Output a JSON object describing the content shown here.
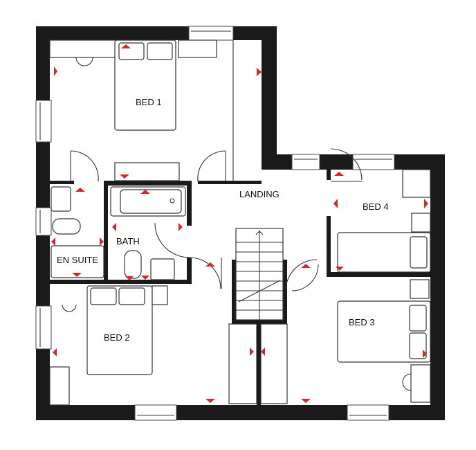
{
  "plan": {
    "rooms": {
      "bed1": "BED 1",
      "bed2": "BED 2",
      "bed3": "BED 3",
      "bed4": "BED 4",
      "bath": "BATH",
      "ensuite": "EN SUITE",
      "landing": "LANDING"
    },
    "colors": {
      "wall": "#1a1a1a",
      "marker": "#d7262e",
      "line": "#333333"
    }
  }
}
